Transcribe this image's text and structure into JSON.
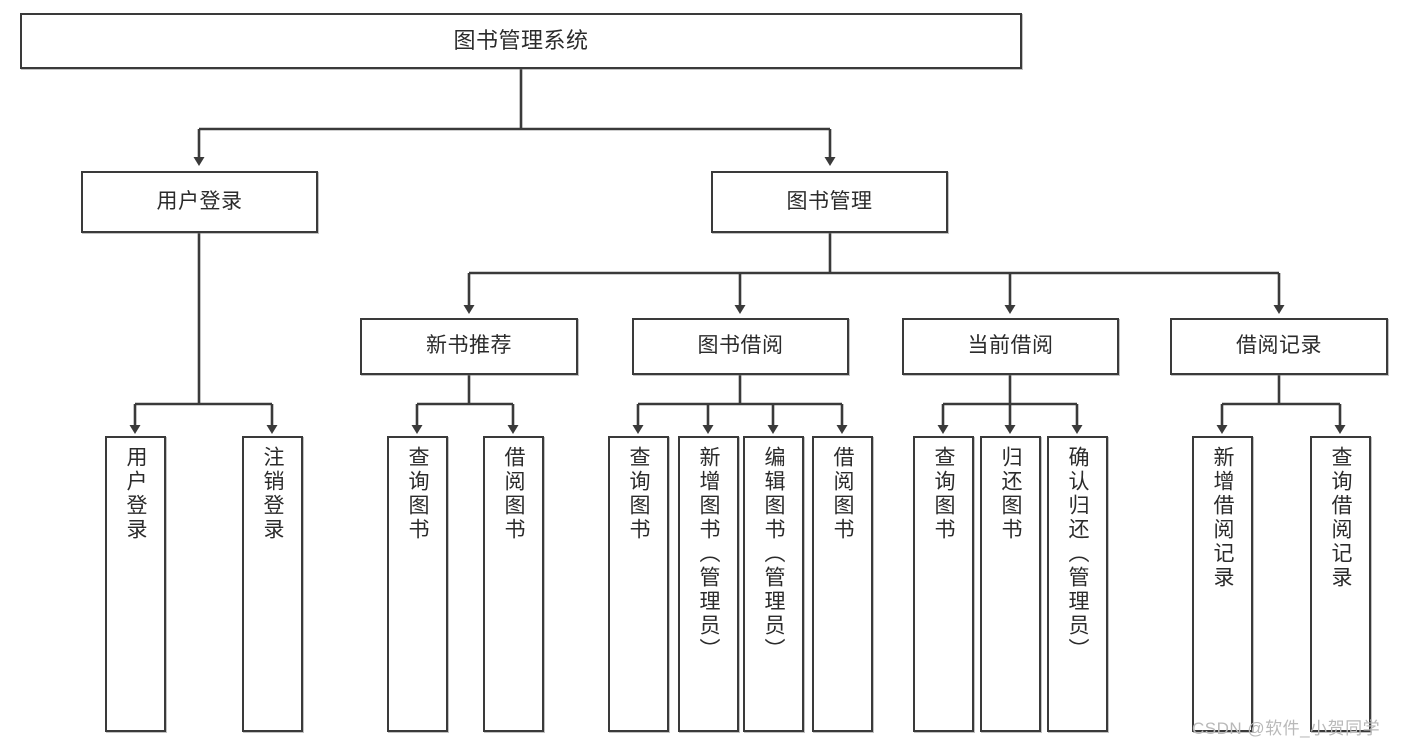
{
  "diagram": {
    "type": "tree-hierarchy",
    "title": "图书管理系统",
    "orientation": "top-down",
    "colors": {
      "box_border": "#3a3a3a",
      "box_fill": "#ffffff",
      "edge": "#3a3a3a",
      "text": "#2b2b2b",
      "watermark": "#b9b9b9"
    },
    "levels": {
      "root": {
        "label": "图书管理系统"
      },
      "level2": [
        {
          "label": "用户登录"
        },
        {
          "label": "图书管理"
        }
      ],
      "level3": [
        {
          "label": "新书推荐"
        },
        {
          "label": "图书借阅"
        },
        {
          "label": "当前借阅"
        },
        {
          "label": "借阅记录"
        }
      ],
      "leaves": [
        {
          "label": "用户登录",
          "parent": "用户登录"
        },
        {
          "label": "注销登录",
          "parent": "用户登录"
        },
        {
          "label": "查询图书",
          "parent": "新书推荐"
        },
        {
          "label": "借阅图书",
          "parent": "新书推荐"
        },
        {
          "label": "查询图书",
          "parent": "图书借阅"
        },
        {
          "label": "新增图书（管理员）",
          "parent": "图书借阅"
        },
        {
          "label": "编辑图书（管理员）",
          "parent": "图书借阅"
        },
        {
          "label": "借阅图书",
          "parent": "图书借阅"
        },
        {
          "label": "查询图书",
          "parent": "当前借阅"
        },
        {
          "label": "归还图书",
          "parent": "当前借阅"
        },
        {
          "label": "确认归还（管理员）",
          "parent": "当前借阅"
        },
        {
          "label": "新增借阅记录",
          "parent": "借阅记录"
        },
        {
          "label": "查询借阅记录",
          "parent": "借阅记录"
        }
      ]
    },
    "watermark": "CSDN @软件_小贺同学"
  }
}
